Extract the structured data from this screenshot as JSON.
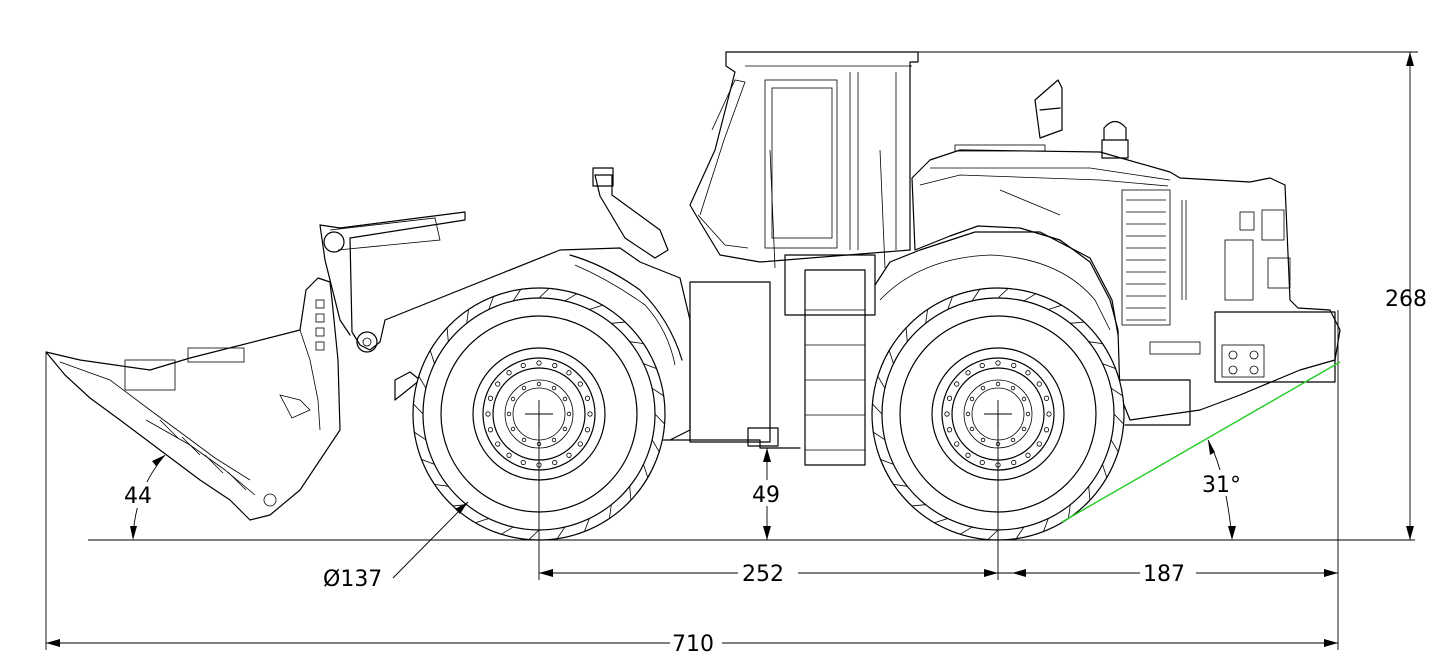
{
  "dimensions": {
    "overall_length": "710",
    "overall_height": "268",
    "wheelbase": "252",
    "rear_overhang": "187",
    "ground_clearance": "49",
    "tire_diameter": "Ø137",
    "dump_angle": "44",
    "departure_angle": "31°"
  },
  "colors": {
    "line": "#000000",
    "departure_line": "#22cc22",
    "background": "#ffffff"
  }
}
